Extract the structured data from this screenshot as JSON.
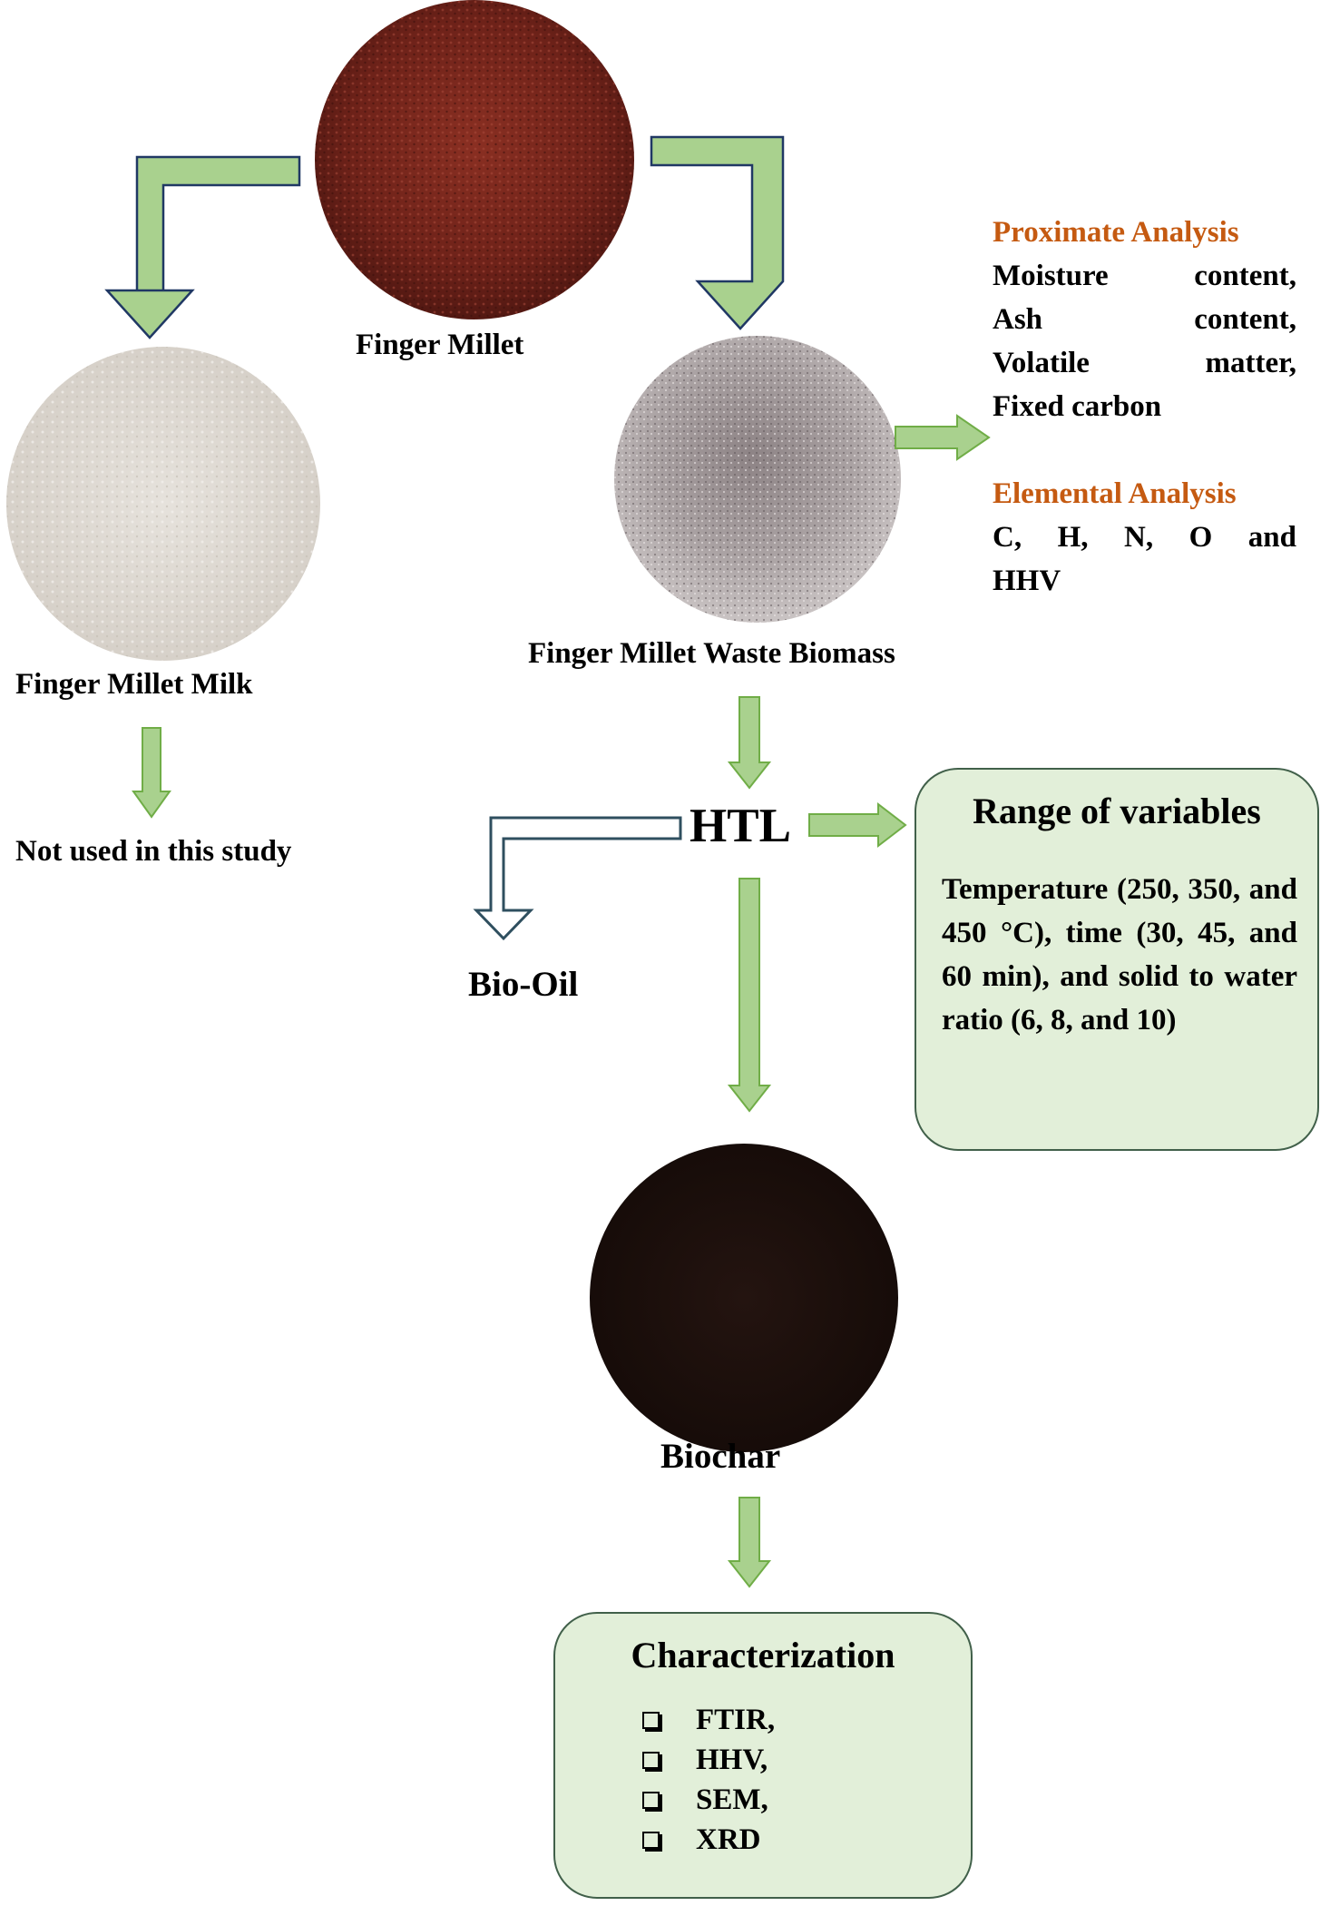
{
  "nodes": {
    "finger_millet": "Finger Millet",
    "finger_millet_milk": "Finger Millet Milk",
    "not_used": "Not used in this study",
    "waste_biomass": "Finger Millet Waste Biomass",
    "htl": "HTL",
    "bio_oil": "Bio-Oil",
    "biochar": "Biochar"
  },
  "proximate": {
    "title": "Proximate Analysis",
    "lines": [
      "Moisture content,",
      "Ash content,",
      "Volatile matter,",
      "Fixed carbon"
    ]
  },
  "elemental": {
    "title": "Elemental Analysis",
    "lines": [
      "C, H, N, O and",
      "HHV"
    ]
  },
  "range_box": {
    "title": "Range of variables",
    "body": "Temperature (250, 350, and 450 °C), time (30, 45, and 60 min), and solid to water ratio (6, 8, and 10)"
  },
  "characterization": {
    "title": "Characterization",
    "items": [
      "FTIR,",
      "HHV,",
      "SEM,",
      "XRD"
    ]
  },
  "colors": {
    "arrow_fill": "#a9d18e",
    "arrow_stroke": "#203864",
    "outline_arrow_fill": "#ffffff",
    "outline_arrow_stroke": "#2f4f5f",
    "box_fill": "#e2efd9",
    "box_border": "#41604a",
    "heading_orange": "#c55a11"
  }
}
